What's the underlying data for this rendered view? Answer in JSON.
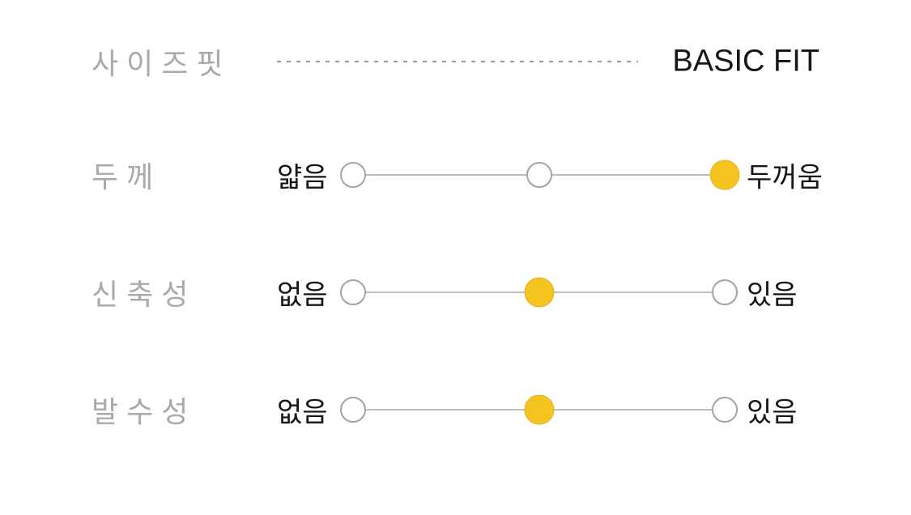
{
  "colors": {
    "accent_yellow": "#F6C41E",
    "accent_yellow_border": "#E2AE2B",
    "label_gray": "#A9A9A9",
    "text_black": "#161616",
    "line_gray": "#BDBDBD",
    "dash_gray": "#9A9A9A",
    "background": "#FFFFFF"
  },
  "size_fit_row": {
    "label": "사이즈핏",
    "value": "BASIC FIT"
  },
  "attribute_rows": [
    {
      "label": "두께",
      "min_label": "얇음",
      "max_label": "두꺼움",
      "levels": 3,
      "selected_level": 2
    },
    {
      "label": "신축성",
      "min_label": "없음",
      "max_label": "있음",
      "levels": 3,
      "selected_level": 1
    },
    {
      "label": "발수성",
      "min_label": "없음",
      "max_label": "있음",
      "levels": 3,
      "selected_level": 1
    }
  ]
}
